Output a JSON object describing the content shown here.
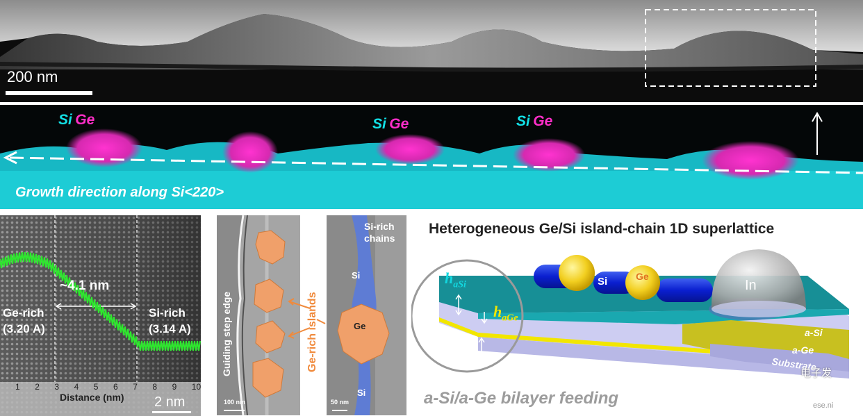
{
  "tem_panel": {
    "scale_bar_label": "200 nm"
  },
  "eds_panel": {
    "element_labels": [
      {
        "si": "Si",
        "ge": "Ge"
      },
      {
        "si": "Si",
        "ge": "Ge"
      },
      {
        "si": "Si",
        "ge": "Ge"
      }
    ],
    "growth_label": "Growth direction along Si<220>"
  },
  "hrtem_panel": {
    "spacing_label": "~4.1 nm",
    "ge_rich_label": "Ge-rich",
    "ge_rich_value": "(3.20 A)",
    "si_rich_label": "Si-rich",
    "si_rich_value": "(3.14 A)",
    "x_ticks": [
      "1",
      "2",
      "3",
      "4",
      "5",
      "6",
      "7",
      "8",
      "9",
      "10"
    ],
    "x_axis_label": "Distance (nm)",
    "scale_bar_label": "2 nm"
  },
  "sem_panel_1": {
    "step_edge_label": "Guiding step edge",
    "ge_islands_label": "Ge-rich islands",
    "scale_bar_label": "100 nm"
  },
  "sem_panel_2": {
    "chains_label_line1": "Si-rich",
    "chains_label_line2": "chains",
    "si_label_top": "Si",
    "ge_label": "Ge",
    "si_label_bottom": "Si",
    "scale_bar_label": "50 nm"
  },
  "schematic": {
    "title": "Heterogeneous Ge/Si island-chain 1D superlattice",
    "h_asi_main": "h",
    "h_asi_sub": "aSi",
    "h_age_main": "h",
    "h_age_sub": "aGe",
    "cyl_si_label": "Si",
    "sphere_ge_label": "Ge",
    "in_label": "In",
    "layer_asi": "a-Si",
    "layer_age": "a-Ge",
    "layer_substrate": "Substrate",
    "feeding_label": "a-Si/a-Ge bilayer feeding",
    "watermark_cn": "电子发",
    "watermark_url": "ese.ni"
  },
  "colors": {
    "si_cyan": "#12e0e6",
    "ge_magenta": "#ff2ec8",
    "ge_orange": "#f08a3c",
    "si_blue": "#4a6fd6",
    "asi_teal": "#1aa0a8",
    "age_yellow": "#f2e600",
    "substrate_lavender": "#cfd0f0"
  }
}
